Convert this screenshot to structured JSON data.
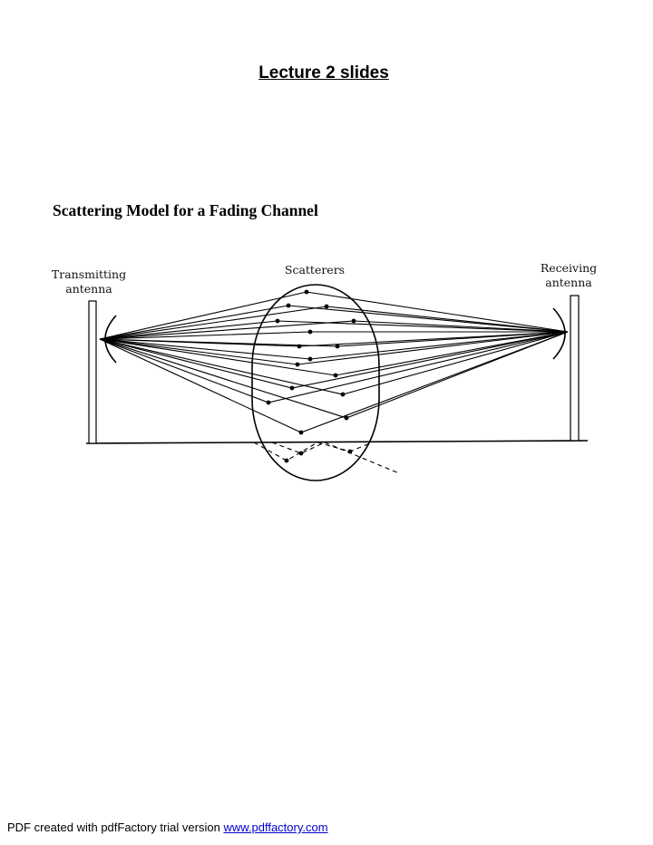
{
  "page": {
    "title": "Lecture 2 slides",
    "section_heading": "Scattering Model for a Fading Channel"
  },
  "diagram": {
    "labels": {
      "transmitter": [
        "Transmitting",
        "antenna"
      ],
      "scatterers": "Scatterers",
      "receiver": [
        "Receiving",
        "antenna"
      ]
    }
  },
  "footer": {
    "text": "PDF created with pdfFactory trial version",
    "link_text": "www.pdffactory.com"
  }
}
